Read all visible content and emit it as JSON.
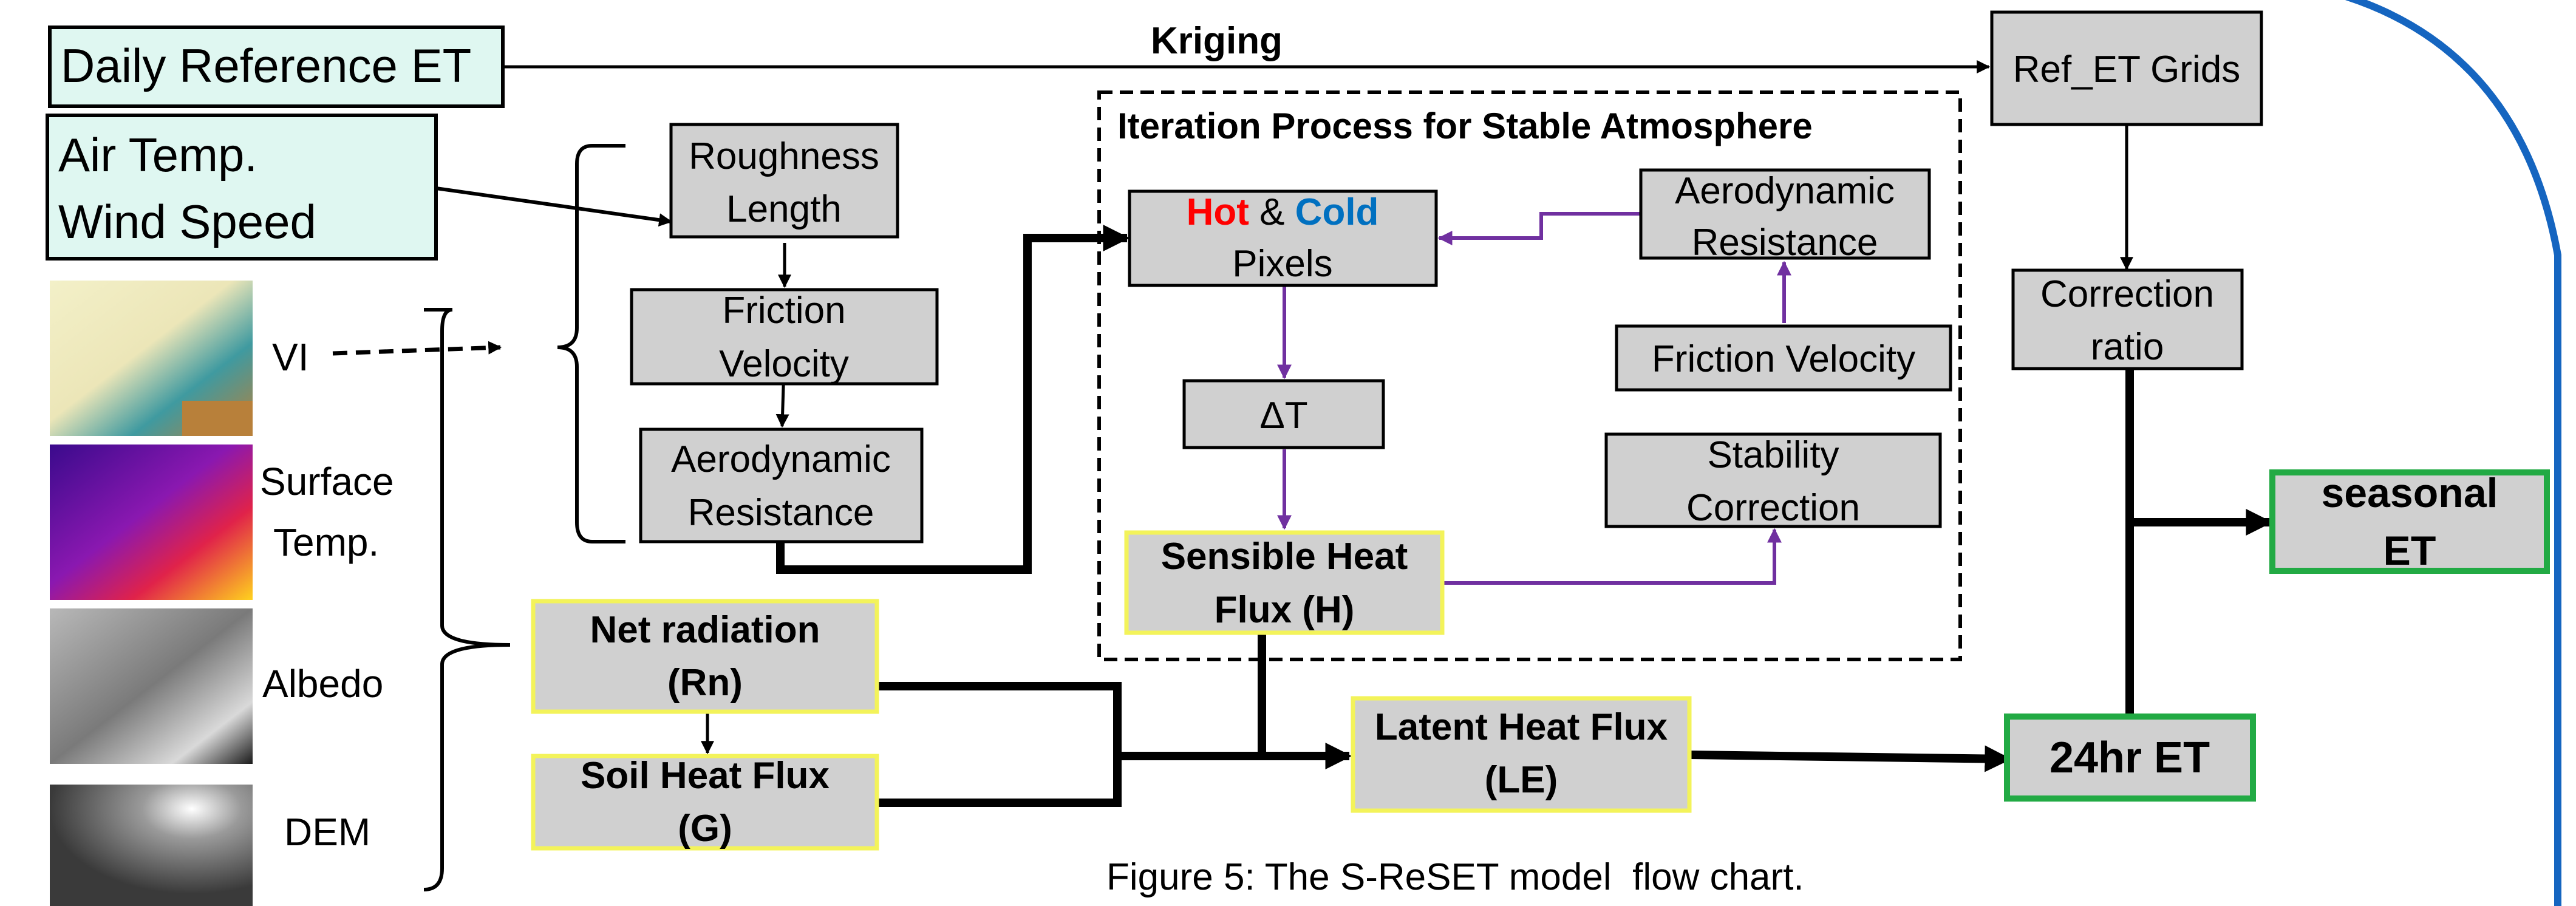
{
  "inputs": {
    "daily_ref_et": "Daily Reference ET",
    "air_temp": "Air Temp.",
    "wind_speed": "Wind Speed",
    "kriging": "Kriging"
  },
  "images": {
    "vi": "VI",
    "surface_temp_1": "Surface",
    "surface_temp_2": "Temp.",
    "albedo": "Albedo",
    "dem": "DEM"
  },
  "left_chain": {
    "roughness_1": "Roughness",
    "roughness_2": "Length",
    "friction_1": "Friction",
    "friction_2": "Velocity",
    "aero_1": "Aerodynamic",
    "aero_2": "Resistance"
  },
  "energy": {
    "net_rad_1": "Net radiation",
    "net_rad_2": "(Rn)",
    "soil_1": "Soil Heat Flux",
    "soil_2": "(G)",
    "latent_1": "Latent Heat Flux",
    "latent_2": "(LE)"
  },
  "iteration": {
    "title": "Iteration Process for Stable Atmosphere",
    "hot": "Hot",
    "amp": " & ",
    "cold": "Cold",
    "pixels": "Pixels",
    "aero_1": "Aerodynamic",
    "aero_2": "Resistance",
    "friction": "Friction Velocity",
    "delta_t": "ΔT",
    "stability_1": "Stability",
    "stability_2": "Correction",
    "sensible_1": "Sensible Heat",
    "sensible_2": "Flux (H)"
  },
  "right_chain": {
    "ref_et_grids": "Ref_ET Grids",
    "correction_1": "Correction",
    "correction_2": "ratio",
    "seasonal_1": "seasonal",
    "seasonal_2": "ET",
    "et24": "24hr ET"
  },
  "caption": "Figure 5: The S-ReSET model  flow chart.",
  "colors": {
    "input_fill": "#dff7f1",
    "gray_fill": "#d0d0d0",
    "yellow_border": "#f3f35a",
    "green_border": "#22aa44",
    "purple": "#7030a0",
    "hot": "#ff0000",
    "cold": "#0070c0",
    "blue_arc": "#1565c0"
  }
}
